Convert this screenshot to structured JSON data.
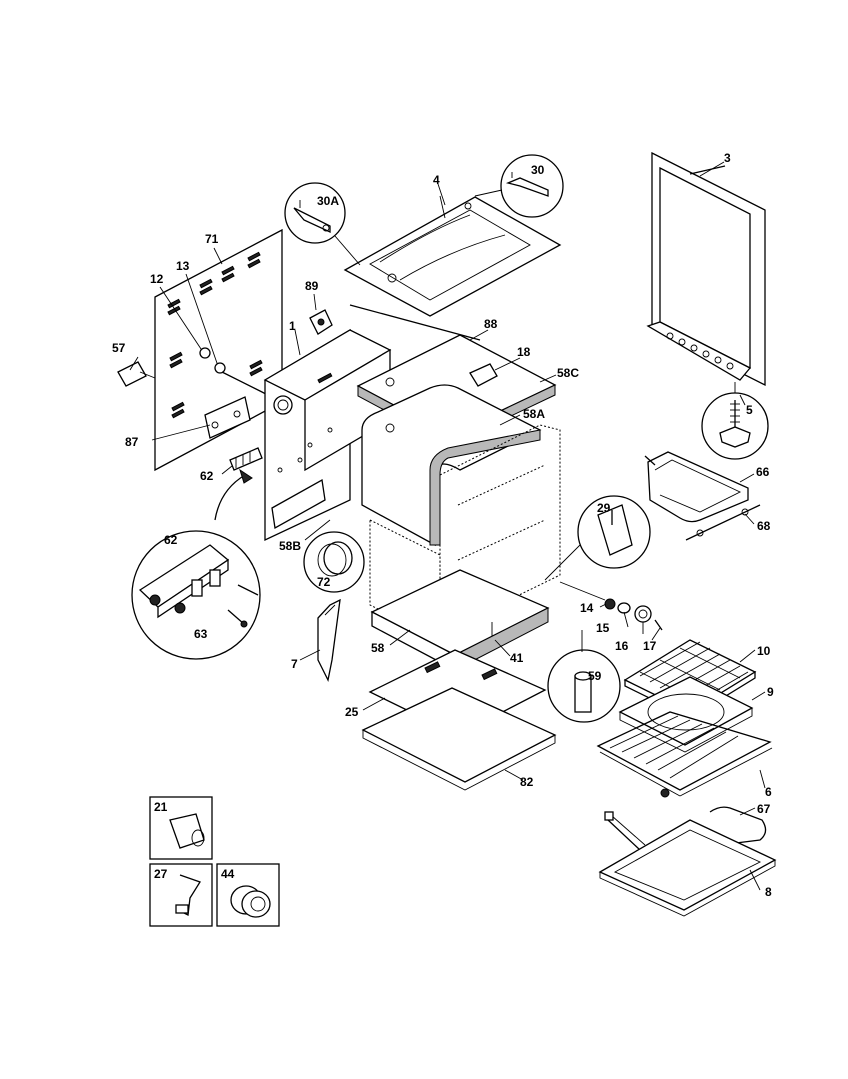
{
  "diagram": {
    "part_labels": {
      "p3": "3",
      "p4": "4",
      "p30": "30",
      "p30A": "30A",
      "p71": "71",
      "p12": "12",
      "p13": "13",
      "p89": "89",
      "p1": "1",
      "p88": "88",
      "p18": "18",
      "p58C": "58C",
      "p57": "57",
      "p5": "5",
      "p58A": "58A",
      "p87": "87",
      "p62a": "62",
      "p66": "66",
      "p68": "68",
      "p29": "29",
      "p62b": "62",
      "p58B": "58B",
      "p72": "72",
      "p63": "63",
      "p14": "14",
      "p15": "15",
      "p16": "16",
      "p17": "17",
      "p7": "7",
      "p58": "58",
      "p41": "41",
      "p10": "10",
      "p59": "59",
      "p9": "9",
      "p25": "25",
      "p82": "82",
      "p6": "6",
      "p67": "67",
      "p21": "21",
      "p27": "27",
      "p44": "44",
      "p8": "8"
    }
  }
}
